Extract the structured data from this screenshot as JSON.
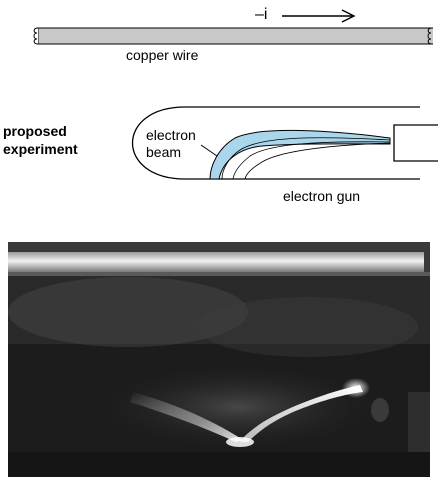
{
  "top_diagram": {
    "current_label": "–i",
    "wire_label": "copper wire",
    "wire_color": "#c8c8c8"
  },
  "middle_diagram": {
    "title": "proposed experiment",
    "beam_label": "electron beam",
    "gun_label": "electron gun",
    "beam_color": "#a9d6ea"
  },
  "photo": {
    "background": "#1c1c1c"
  }
}
